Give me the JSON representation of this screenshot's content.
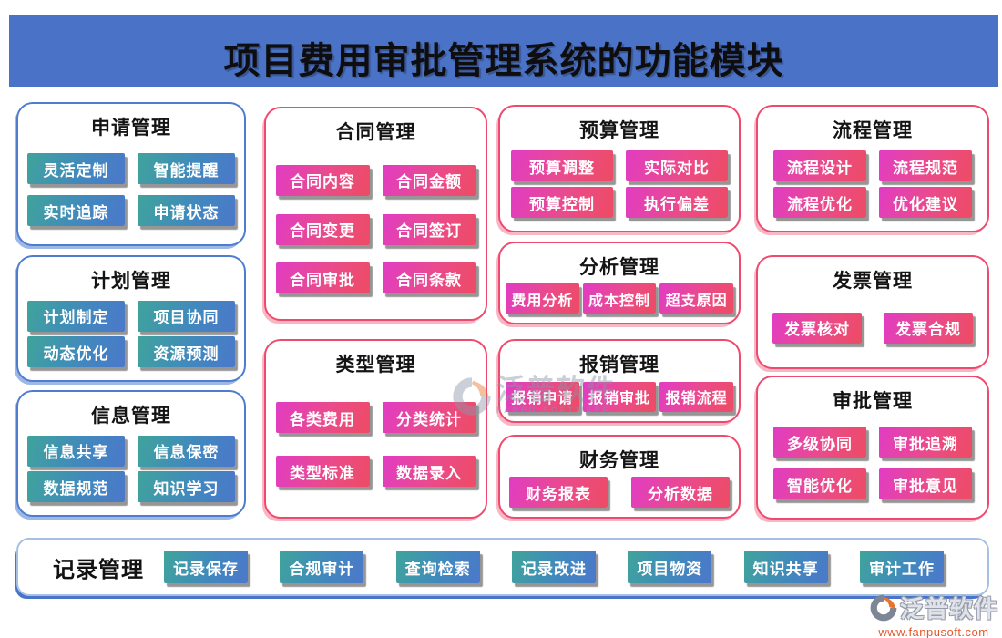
{
  "header": {
    "title": "项目费用审批管理系统的功能模块"
  },
  "cards": [
    {
      "id": "application",
      "theme": "blue",
      "title": "申请管理",
      "buttons": [
        "灵活定制",
        "智能提醒",
        "实时追踪",
        "申请状态"
      ]
    },
    {
      "id": "plan",
      "theme": "blue",
      "title": "计划管理",
      "buttons": [
        "计划制定",
        "项目协同",
        "动态优化",
        "资源预测"
      ]
    },
    {
      "id": "information",
      "theme": "blue",
      "title": "信息管理",
      "buttons": [
        "信息共享",
        "信息保密",
        "数据规范",
        "知识学习"
      ]
    },
    {
      "id": "contract",
      "theme": "pink",
      "title": "合同管理",
      "buttons": [
        "合同内容",
        "合同金额",
        "合同变更",
        "合同签订",
        "合同审批",
        "合同条款"
      ]
    },
    {
      "id": "type",
      "theme": "pink",
      "title": "类型管理",
      "buttons": [
        "各类费用",
        "分类统计",
        "类型标准",
        "数据录入"
      ]
    },
    {
      "id": "budget",
      "theme": "pink",
      "title": "预算管理",
      "buttons": [
        "预算调整",
        "实际对比",
        "预算控制",
        "执行偏差"
      ]
    },
    {
      "id": "analysis",
      "theme": "pink",
      "title": "分析管理",
      "buttons": [
        "费用分析",
        "成本控制",
        "超支原因"
      ]
    },
    {
      "id": "reimbursement",
      "theme": "pink",
      "title": "报销管理",
      "buttons": [
        "报销申请",
        "报销审批",
        "报销流程"
      ]
    },
    {
      "id": "finance",
      "theme": "pink",
      "title": "财务管理",
      "buttons": [
        "财务报表",
        "分析数据"
      ]
    },
    {
      "id": "process",
      "theme": "pink",
      "title": "流程管理",
      "buttons": [
        "流程设计",
        "流程规范",
        "流程优化",
        "优化建议"
      ]
    },
    {
      "id": "invoice",
      "theme": "pink",
      "title": "发票管理",
      "buttons": [
        "发票核对",
        "发票合规"
      ]
    },
    {
      "id": "approval",
      "theme": "pink",
      "title": "审批管理",
      "buttons": [
        "多级协同",
        "审批追溯",
        "智能优化",
        "审批意见"
      ]
    }
  ],
  "record_bar": {
    "title": "记录管理",
    "buttons": [
      "记录保存",
      "合规审计",
      "查询检索",
      "记录改进",
      "项目物资",
      "知识共享",
      "审计工作"
    ]
  },
  "watermark": {
    "brand": "泛普软件",
    "subtitle": "FANPU SOFTWARE"
  },
  "logo": {
    "brand": "泛普软件",
    "url": "www.fanpusoft.com"
  },
  "colors": {
    "header_bg": "#4a73c8",
    "blue_card_border": "#4e7dd0",
    "pink_card_border": "#ef4a6e",
    "teal_button_from": "#3fa49b",
    "teal_button_to": "#4b78ca",
    "pink_button_from": "#e13cc4",
    "pink_button_to": "#ee4b63",
    "record_bar_border": "#a6c0e2",
    "logo_url_color": "#e4582d"
  }
}
